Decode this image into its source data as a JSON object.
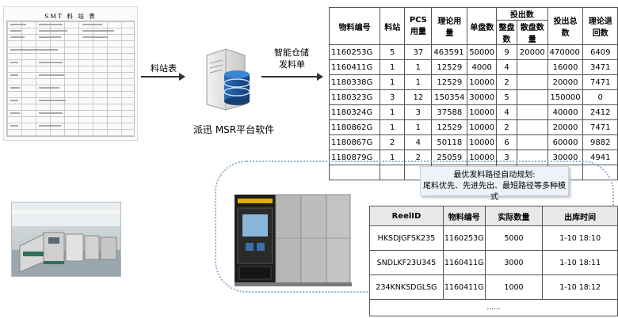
{
  "arrows": {
    "left_label": "料站表",
    "right_label_line1": "智能仓储",
    "right_label_line2": "发料单"
  },
  "platform": {
    "label": "派迅 MSR平台软件"
  },
  "station_doc": {
    "title": "SMT 料 站 表"
  },
  "material_table": {
    "headers": {
      "material_no": "物料编号",
      "station": "料站",
      "pcs_usage": "PCS用量",
      "theory_usage": "理论用量",
      "per_reel": "单盘数",
      "issue_group": "投出数",
      "full_reels": "整盘数",
      "partial_qty": "散盘数量",
      "issue_total": "投出总数",
      "theory_return": "理论退回数"
    },
    "rows": [
      {
        "material_no": "1160253G",
        "station": "5",
        "pcs_usage": "37",
        "theory_usage": "463591",
        "per_reel": "50000",
        "full_reels": "9",
        "partial_qty": "20000",
        "issue_total": "470000",
        "theory_return": "6409"
      },
      {
        "material_no": "1160411G",
        "station": "1",
        "pcs_usage": "1",
        "theory_usage": "12529",
        "per_reel": "4000",
        "full_reels": "4",
        "partial_qty": "",
        "issue_total": "16000",
        "theory_return": "3471"
      },
      {
        "material_no": "1180338G",
        "station": "1",
        "pcs_usage": "1",
        "theory_usage": "12529",
        "per_reel": "10000",
        "full_reels": "2",
        "partial_qty": "",
        "issue_total": "20000",
        "theory_return": "7471"
      },
      {
        "material_no": "1180323G",
        "station": "3",
        "pcs_usage": "12",
        "theory_usage": "150354",
        "per_reel": "30000",
        "full_reels": "5",
        "partial_qty": "",
        "issue_total": "150000",
        "theory_return": "0"
      },
      {
        "material_no": "1180324G",
        "station": "1",
        "pcs_usage": "3",
        "theory_usage": "37588",
        "per_reel": "10000",
        "full_reels": "4",
        "partial_qty": "",
        "issue_total": "40000",
        "theory_return": "2412"
      },
      {
        "material_no": "1180862G",
        "station": "1",
        "pcs_usage": "1",
        "theory_usage": "12529",
        "per_reel": "10000",
        "full_reels": "2",
        "partial_qty": "",
        "issue_total": "20000",
        "theory_return": "7471"
      },
      {
        "material_no": "1180867G",
        "station": "2",
        "pcs_usage": "4",
        "theory_usage": "50118",
        "per_reel": "10000",
        "full_reels": "6",
        "partial_qty": "",
        "issue_total": "60000",
        "theory_return": "9882"
      },
      {
        "material_no": "1180879G",
        "station": "1",
        "pcs_usage": "2",
        "theory_usage": "25059",
        "per_reel": "10000",
        "full_reels": "3",
        "partial_qty": "",
        "issue_total": "30000",
        "theory_return": "4941"
      },
      {
        "material_no": "",
        "station": "",
        "pcs_usage": "",
        "theory_usage": "",
        "per_reel": "",
        "full_reels": "",
        "partial_qty": "",
        "issue_total": "",
        "theory_return": ""
      }
    ]
  },
  "callout": {
    "line1": "最优发料路径自动规划:",
    "line2": "尾料优先、先进先出、最短路径等多种模式"
  },
  "reel_table": {
    "headers": {
      "reel_id": "ReelID",
      "material_no": "物料编号",
      "actual_qty": "实际数量",
      "out_time": "出库时间"
    },
    "rows": [
      {
        "reel_id": "HKSDJGFSK235",
        "material_no": "1160253G",
        "actual_qty": "5000",
        "out_time": "1-10 18:10"
      },
      {
        "reel_id": "SNDLKF23U345",
        "material_no": "1160411G",
        "actual_qty": "3000",
        "out_time": "1-10 18:11"
      },
      {
        "reel_id": "234KNKSDGLSG",
        "material_no": "1160411G",
        "actual_qty": "1000",
        "out_time": "1-10 18:12"
      }
    ],
    "ellipsis": "......"
  },
  "colors": {
    "dotted_border": "#8fb0d3",
    "callout_bg": "#eef3f9",
    "database_blue": "#1f4e8c"
  }
}
